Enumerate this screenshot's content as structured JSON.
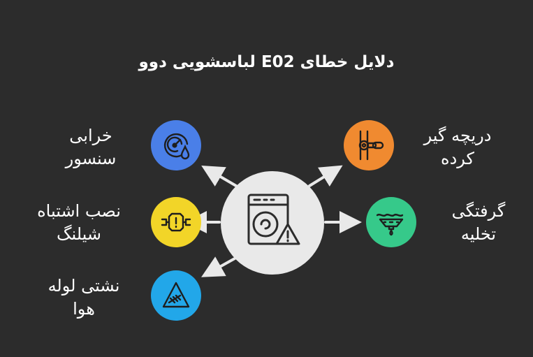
{
  "title": "دلایل خطای E02 لباسشویی دوو",
  "causes": [
    {
      "id": "sensor",
      "line1": "خرابی",
      "line2": "سنسور",
      "color": "#4a7fe8",
      "icon": "sensor-gauge-drop-icon"
    },
    {
      "id": "hose-install",
      "line1": "نصب اشتباه",
      "line2": "شیلنگ",
      "color": "#f2d528",
      "icon": "hose-warning-icon"
    },
    {
      "id": "air-tube",
      "line1": "نشتی لوله",
      "line2": "هوا",
      "color": "#22a7e9",
      "icon": "leak-triangle-icon"
    },
    {
      "id": "valve",
      "line1": "دریچه گیر",
      "line2": "کرده",
      "color": "#f08a30",
      "icon": "valve-handle-icon"
    },
    {
      "id": "drain",
      "line1": "گرفتگی",
      "line2": "تخلیه",
      "color": "#36c98a",
      "icon": "clogged-drain-icon"
    }
  ],
  "center_icon": "washing-machine-warning-icon"
}
